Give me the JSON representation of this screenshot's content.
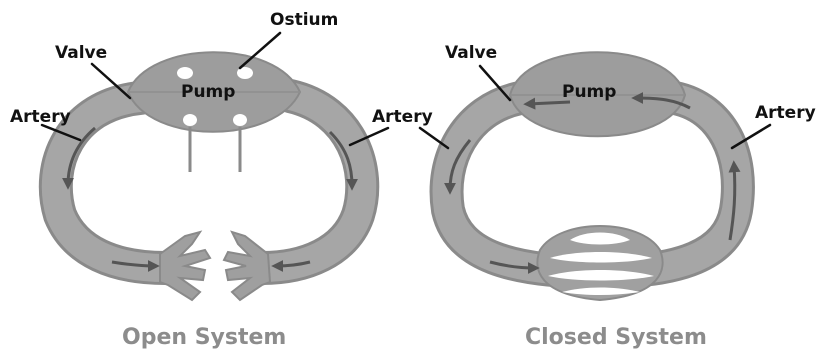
{
  "open_system": {
    "caption": "Open System",
    "labels": {
      "ostium": "Ostium",
      "valve": "Valve",
      "artery_left": "Artery",
      "pump": "Pump",
      "artery_right": "Artery"
    }
  },
  "closed_system": {
    "caption": "Closed System",
    "labels": {
      "valve": "Valve",
      "pump": "Pump",
      "artery_left": "Artery",
      "artery_right": "Artery"
    }
  },
  "colors": {
    "vessel_fill": "#a3a3a3",
    "vessel_edge": "#8a8a8a",
    "pump_fill": "#9d9d9d",
    "arrow": "#5a5a5a",
    "caption": "#8c8c8c",
    "label": "#111111"
  }
}
